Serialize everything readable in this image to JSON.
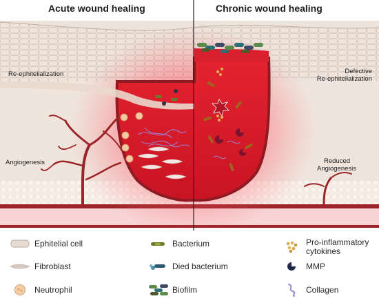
{
  "titles": {
    "acute": "Acute wound healing",
    "chronic": "Chronic wound healing"
  },
  "labels": {
    "reepi_left": "Re-ephitelialization",
    "angio_left": "Angiogenesis",
    "reepi_right_1": "Defective",
    "reepi_right_2": "Re-ephitelialization",
    "angio_right_1": "Reduced",
    "angio_right_2": "Angiogenesis"
  },
  "legend": [
    {
      "label": "Ephitelial cell",
      "icon": "epithelial-cell-icon"
    },
    {
      "label": "Bacterium",
      "icon": "bacterium-icon"
    },
    {
      "label": "Pro-inflammatory\ncytokines",
      "icon": "cytokines-icon"
    },
    {
      "label": "Fibroblast",
      "icon": "fibroblast-icon"
    },
    {
      "label": "Died bacterium",
      "icon": "died-bacterium-icon"
    },
    {
      "label": "MMP",
      "icon": "mmp-icon"
    },
    {
      "label": "Neutrophil",
      "icon": "neutrophil-icon"
    },
    {
      "label": "Biofilm",
      "icon": "biofilm-icon"
    },
    {
      "label": "Collagen",
      "icon": "collagen-icon"
    }
  ],
  "colors": {
    "wound_red": "#d8202e",
    "vessel": "#9a2427",
    "skin_tan": "#e9dcd3",
    "neutrophil": "#f2c9a0",
    "mmp": "#7a1230",
    "collagen": "#9a86d9",
    "bacterium": "#7a8a2f"
  }
}
